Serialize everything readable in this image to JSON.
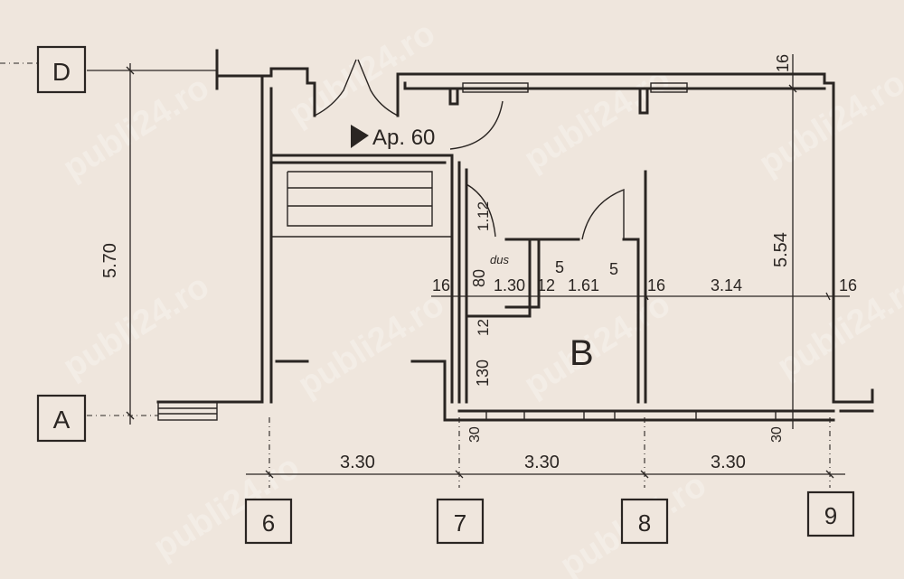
{
  "grid_axes": {
    "top": "D",
    "bottom": "A",
    "col1": "6",
    "col2": "7",
    "col3": "8",
    "col4": "9"
  },
  "apartment_label": "Ap. 60",
  "room_label": "B",
  "dimensions": {
    "height_left": "5.70",
    "height_right": "5.54",
    "top_wall": "16",
    "bottom_span_1": "3.30",
    "bottom_span_2": "3.30",
    "bottom_span_3": "3.30",
    "row_16_a": "16",
    "row_80": "80",
    "row_130": "1.30",
    "row_12": "12",
    "row_5a": "5",
    "row_161": "1.61",
    "row_5b": "5",
    "row_16_b": "16",
    "row_314": "3.14",
    "row_16_c": "16",
    "v_112": "1.12",
    "v_130": "130",
    "v_12": "12",
    "v_30_left": "30",
    "v_30_right": "30",
    "dus": "dus"
  },
  "watermark": "publi24.ro"
}
